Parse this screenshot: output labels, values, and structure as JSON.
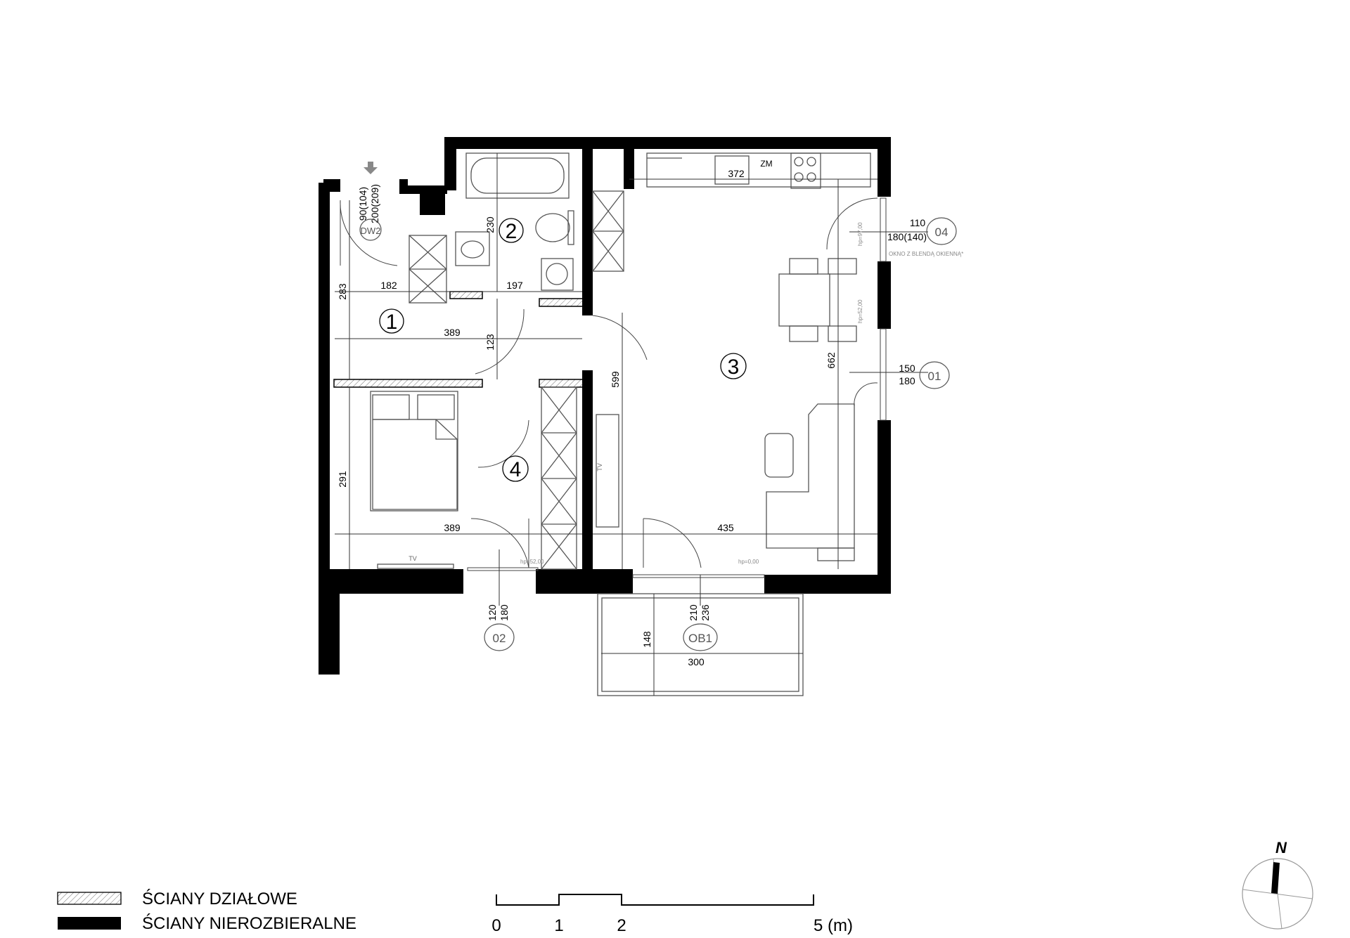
{
  "rooms": [
    "1",
    "2",
    "3",
    "4"
  ],
  "dimensions": {
    "d182": "182",
    "d197": "197",
    "d283": "283",
    "d389a": "389",
    "d123": "123",
    "d230": "230",
    "d291": "291",
    "d389b": "389",
    "d435": "435",
    "d599": "599",
    "d662": "662",
    "d372": "372",
    "d148": "148",
    "d300": "300",
    "door_main_w": "90(104)",
    "door_main_h": "200(209)",
    "w04_w": "110",
    "w04_h": "180(140)",
    "w01_w": "150",
    "w01_h": "180",
    "w02_w": "120",
    "w02_h": "180",
    "ob1_w": "210",
    "ob1_h": "236"
  },
  "tags": {
    "dw2": "DW2",
    "w04": "04",
    "w01": "01",
    "w02": "02",
    "ob1": "OB1"
  },
  "annotations": {
    "zm": "ZM",
    "tv1": "TV",
    "tv2": "TV",
    "window_note": "OKNO Z BLENDĄ OKIENNĄ*",
    "hp1": "hp=97,00",
    "hp2": "hp=52,00",
    "hp3": "hp=52,00",
    "hp4": "hp=0,00"
  },
  "legend": {
    "partition_walls": "ŚCIANY DZIAŁOWE",
    "bearing_walls": "ŚCIANY NIEROZBIERALNE"
  },
  "scale": {
    "t0": "0",
    "t1": "1",
    "t2": "2",
    "t5": "5 (m)"
  },
  "north": "N",
  "colors": {
    "wall": "#000000",
    "line": "#333333",
    "furniture": "#666666"
  },
  "icons": {
    "entrance": "arrow-down-icon",
    "north": "compass-icon"
  }
}
